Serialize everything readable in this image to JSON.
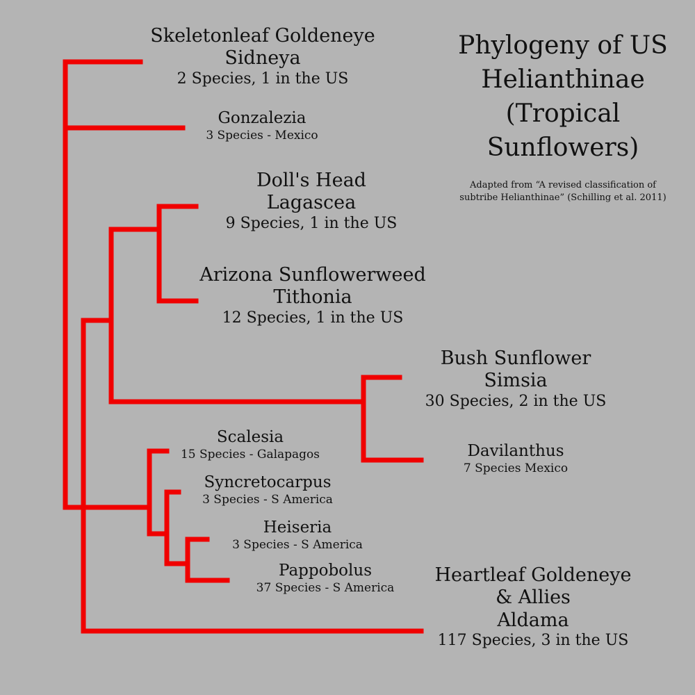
{
  "title_lines": [
    "Phylogeny of US",
    "Helianthinae",
    "(Tropical",
    "Sunflowers)"
  ],
  "credit_lines": [
    "Adapted from “A revised classification of",
    "subtribe Helianthinae” (Schilling et al. 2011)"
  ],
  "line_color": "#f00000",
  "background_color": "#b4b4b4",
  "taxa": {
    "sidneya": {
      "common": "Skeletonleaf Goldeneye",
      "genus": "Sidneya",
      "info": "2 Species, 1 in the US"
    },
    "gonzalezia": {
      "genus": "Gonzalezia",
      "info": "3 Species - Mexico"
    },
    "lagascea": {
      "common": "Doll's Head",
      "genus": "Lagascea",
      "info": "9 Species, 1 in the US"
    },
    "tithonia": {
      "common": "Arizona Sunflowerweed",
      "genus": "Tithonia",
      "info": "12 Species, 1 in the US"
    },
    "simsia": {
      "common": "Bush Sunflower",
      "genus": "Simsia",
      "info": "30 Species, 2 in the US"
    },
    "davilanthus": {
      "genus": "Davilanthus",
      "info": "7 Species Mexico"
    },
    "scalesia": {
      "genus": "Scalesia",
      "info": "15 Species - Galapagos"
    },
    "syncretocarpus": {
      "genus": "Syncretocarpus",
      "info": "3 Species - S America"
    },
    "heiseria": {
      "genus": "Heiseria",
      "info": "3 Species - S America"
    },
    "pappobolus": {
      "genus": "Pappobolus",
      "info": "37 Species - S America"
    },
    "aldama": {
      "common": "Heartleaf Goldeneye",
      "common2": "& Allies",
      "genus": "Aldama",
      "info": "117 Species, 3 in the US"
    }
  }
}
